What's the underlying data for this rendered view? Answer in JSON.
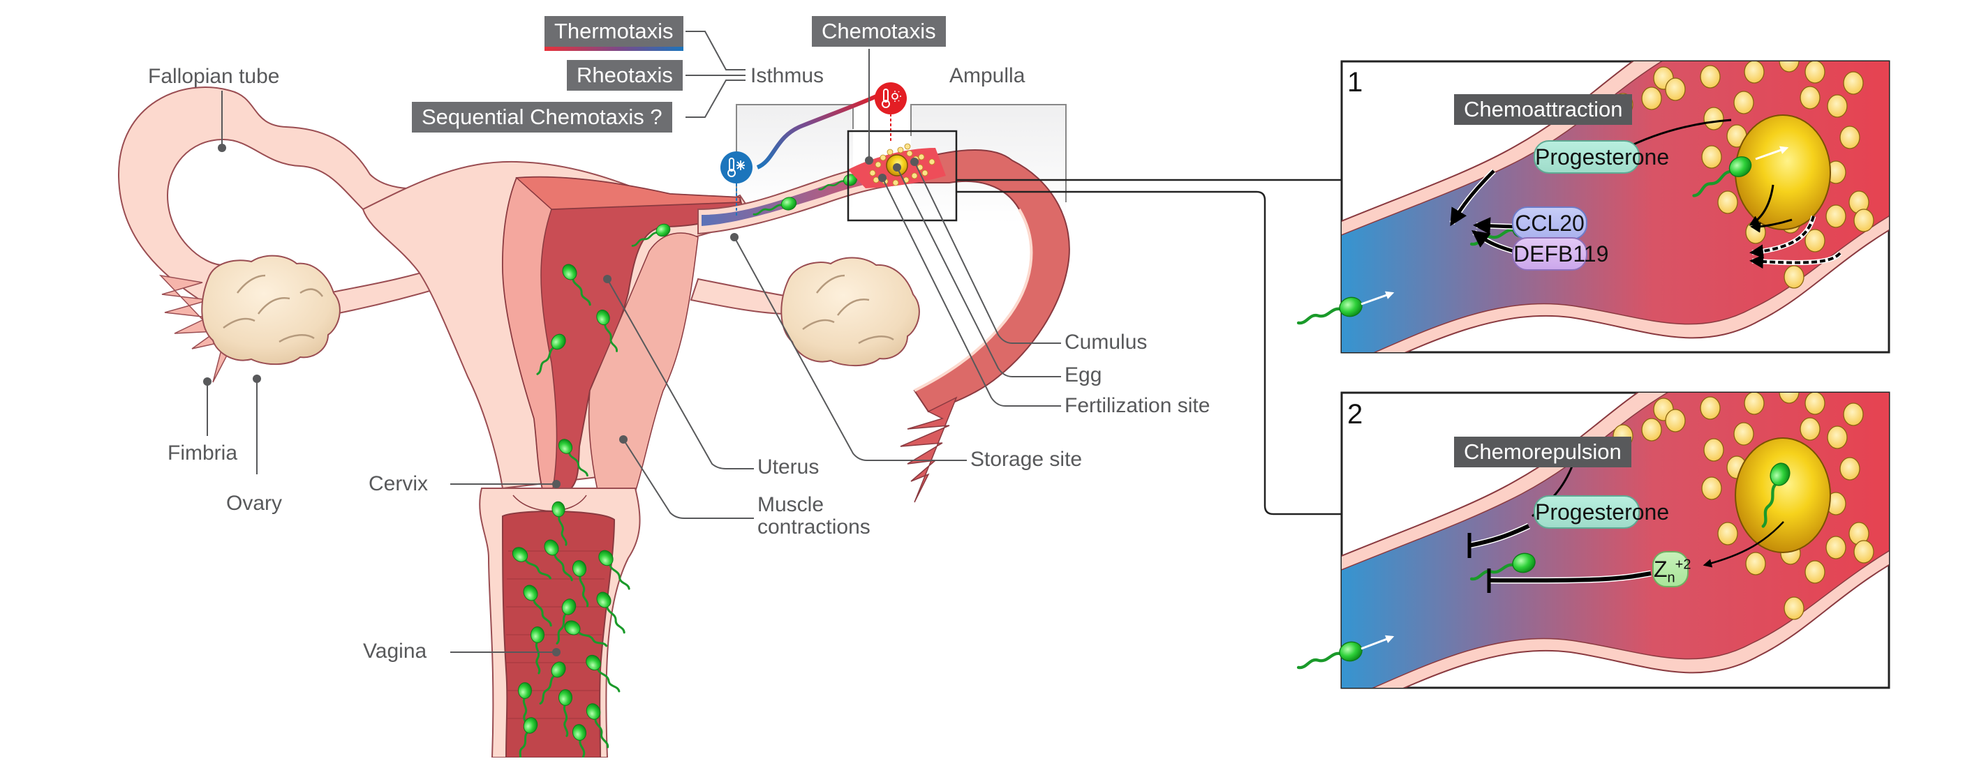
{
  "figure": {
    "title": "Sperm guidance in the female reproductive tract",
    "anatomy_labels": {
      "fallopian_tube": "Fallopian tube",
      "fimbria": "Fimbria",
      "ovary": "Ovary",
      "cervix": "Cervix",
      "vagina": "Vagina",
      "uterus": "Uterus",
      "muscle_contractions_line1": "Muscle",
      "muscle_contractions_line2": "contractions",
      "storage_site": "Storage site",
      "fertilization_site": "Fertilization site",
      "egg": "Egg",
      "cumulus": "Cumulus",
      "isthmus": "Isthmus",
      "ampulla": "Ampulla"
    },
    "mechanism_labels": {
      "thermotaxis": "Thermotaxis",
      "rheotaxis": "Rheotaxis",
      "sequential_chemotaxis": "Sequential Chemotaxis ?",
      "chemotaxis": "Chemotaxis"
    },
    "icons": {
      "cold": "thermometer-snowflake-icon",
      "warm": "thermometer-sun-icon"
    },
    "colors": {
      "label_box": "#6d6e71",
      "label_text": "#58595b",
      "warm": "#e31e24",
      "cold": "#1c75bc",
      "sperm": "#22c431",
      "egg": "#f5c518",
      "cumulus_cell": "#fde38a",
      "tissue_pink": "#fbd3c6",
      "lumen_red": "#d9545b"
    }
  },
  "panels": [
    {
      "number": "1",
      "title": "Chemoattraction",
      "molecules": {
        "progesterone": "Progesterone",
        "ccl20": "CCL20",
        "defb119": "DEFB119"
      },
      "effect": "attraction"
    },
    {
      "number": "2",
      "title": "Chemorepulsion",
      "molecules": {
        "progesterone": "Progesterone",
        "zinc_base": "Z",
        "zinc_sup": "+2",
        "zinc_sub": "n"
      },
      "effect": "repulsion"
    }
  ]
}
